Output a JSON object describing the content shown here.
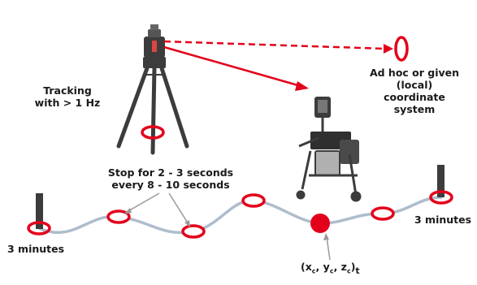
{
  "labels": {
    "tracking": "Tracking with > 1 Hz",
    "coord_system": "Ad hoc or given (local) coordinate system",
    "stop_rule": "Stop for 2 - 3 seconds every 8 - 10 seconds",
    "start_wait": "3 minutes",
    "end_wait": "3 minutes"
  },
  "coordinate_label": {
    "open": "(",
    "x": "x",
    "y": "y",
    "z": "z",
    "sub": "c",
    "comma": ", ",
    "close": ")",
    "t": "t"
  },
  "colors": {
    "accent_red": "#e3001b",
    "path": "#aebdcc",
    "equipment": "#3c3c3c",
    "pointer": "#9a9a9a",
    "text": "#1a1a1a"
  },
  "icons": [
    "total-station-icon",
    "tripod-icon",
    "survey-cart-icon",
    "survey-pole-icon",
    "marker-ring-icon"
  ]
}
